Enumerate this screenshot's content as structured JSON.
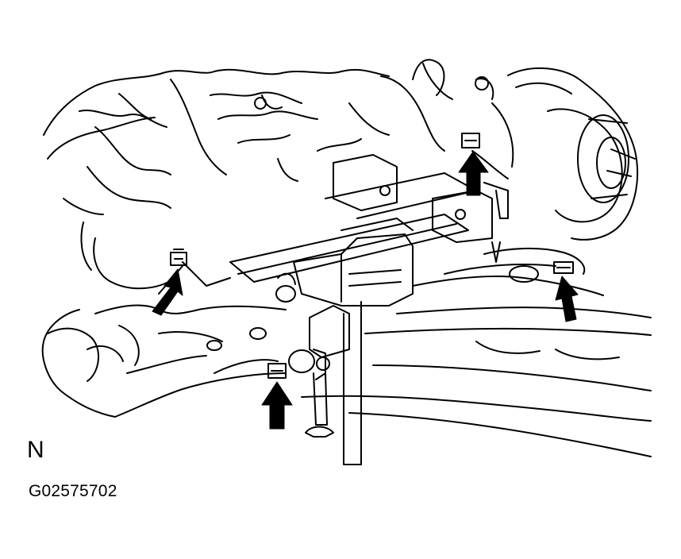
{
  "figure": {
    "view_label": "N",
    "figure_id": "G02575702"
  },
  "arrows": [
    {
      "name": "mount-nut-arrow-rear-left"
    },
    {
      "name": "mount-nut-arrow-front-center"
    },
    {
      "name": "mount-nut-arrow-rear-right"
    },
    {
      "name": "mount-nut-arrow-front-right"
    }
  ],
  "colors": {
    "line": "#000000",
    "background": "#ffffff"
  }
}
